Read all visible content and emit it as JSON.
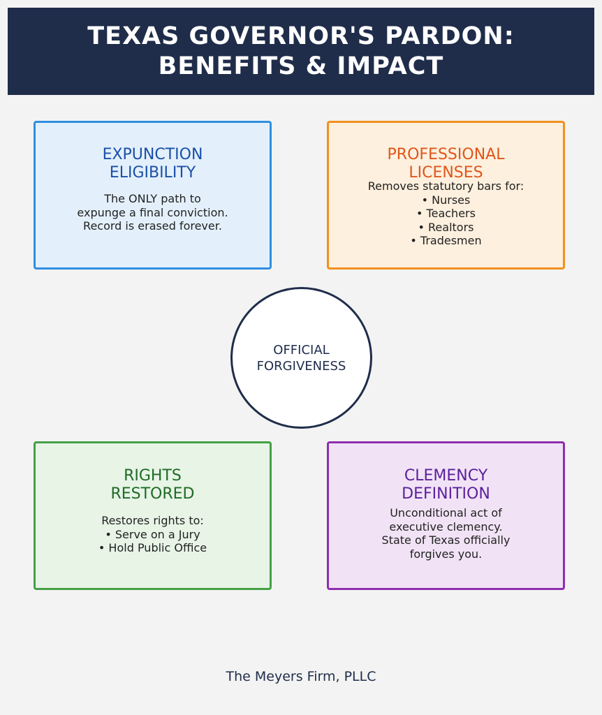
{
  "header": {
    "title_line1": "TEXAS GOVERNOR'S PARDON:",
    "title_line2": "BENEFITS & IMPACT"
  },
  "center": {
    "label": "OFFICIAL\nFORGIVENESS"
  },
  "cards": [
    {
      "title": "EXPUNCTION\nELIGIBILITY",
      "body": "The ONLY path to\nexpunge a final conviction.\nRecord is erased forever.",
      "color": "#2f8ee0"
    },
    {
      "title": "PROFESSIONAL\nLICENSES",
      "body": "Removes statutory bars for:\n• Nurses\n• Teachers\n• Realtors\n• Tradesmen",
      "color": "#f2901e"
    },
    {
      "title": "RIGHTS\nRESTORED",
      "body": "Restores rights to:\n• Serve on a Jury\n• Hold Public Office",
      "color": "#45a046"
    },
    {
      "title": "CLEMENCY\nDEFINITION",
      "body": "Unconditional act of\nexecutive clemency.\nState of Texas officially\nforgives you.",
      "color": "#8e2fae"
    }
  ],
  "footer": {
    "text": "The Meyers Firm, PLLC"
  }
}
